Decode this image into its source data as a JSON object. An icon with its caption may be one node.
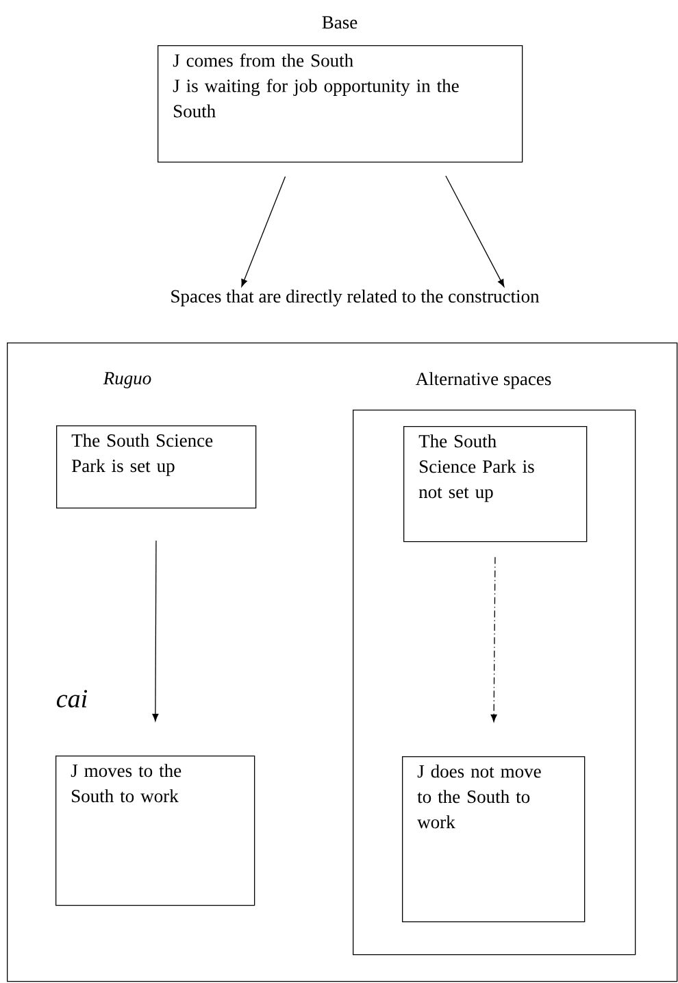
{
  "diagram": {
    "nodes": [
      {
        "text": [
          "Base",
          "J comes from the South",
          "J is waiting for job opportunity in the South"
        ]
      },
      {
        "text": [
          "Spaces that are directly related to the construction"
        ]
      },
      {
        "text": [],
        "shape": "box"
      },
      {
        "text": [
          "The South Science Park is set up"
        ],
        "in": 2
      },
      {
        "text": [
          "J moves to the South to work"
        ],
        "in": 2
      },
      {
        "text": [
          "Alternative spaces"
        ],
        "in": 2
      },
      {
        "text": [
          "The South Science Park is not set up"
        ],
        "in": 5
      },
      {
        "text": [
          "J does not move to the South to work"
        ],
        "in": 5
      }
    ],
    "edges": [
      {
        "from": 0,
        "to": 1,
        "arrow": "to"
      },
      {
        "from": 0,
        "to": 1,
        "arrow": "to"
      },
      {
        "from": 3,
        "to": 4,
        "arrow": "to"
      },
      {
        "from": 6,
        "to": 7,
        "arrow": "to",
        "style": "dashed"
      }
    ],
    "labels": [
      "Ruguo",
      "cai"
    ]
  }
}
